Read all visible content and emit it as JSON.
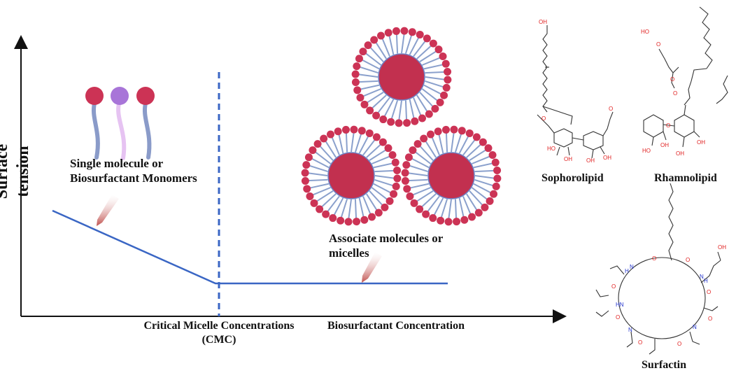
{
  "axes": {
    "y_label": "Surface tension",
    "x_label": "Biosurfactant Concentration",
    "cmc_label_line1": "Critical Micelle Concentrations",
    "cmc_label_line2": "(CMC)"
  },
  "annotations": {
    "monomers_line1": "Single molecule or",
    "monomers_line2": "Biosurfactant Monomers",
    "micelles_line1": "Associate molecules or",
    "micelles_line2": "micelles"
  },
  "molecules": {
    "sophorolipid": "Sophorolipid",
    "rhamnolipid": "Rhamnolipid",
    "surfactin": "Surfactin",
    "atoms": {
      "oh": "OH",
      "o": "O",
      "ho": "HO",
      "h": "H",
      "n": "N",
      "hn": "HN"
    }
  },
  "colors": {
    "axis": "#111111",
    "curve": "#3a66c4",
    "cmc_line": "#3a66c4",
    "head_red": "#cc3355",
    "head_purple": "#a875d8",
    "tail": "#8aa0cc",
    "micelle_core": "#c2304f",
    "arrow": "#c0504d",
    "oxygen": "#e02020",
    "nitrogen": "#2233cc"
  }
}
